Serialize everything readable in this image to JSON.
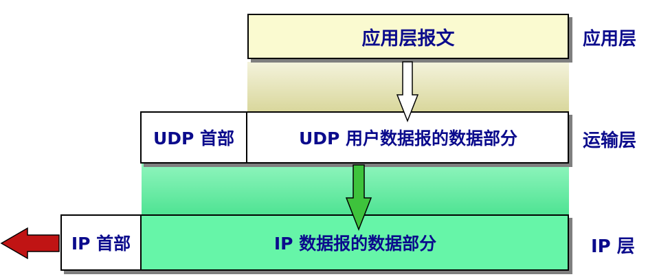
{
  "diagram": {
    "app_message": "应用层报文",
    "udp_header": "UDP 首部",
    "udp_data": "UDP 用户数据报的数据部分",
    "ip_header": "IP 首部",
    "ip_data": "IP 数据报的数据部分"
  },
  "layers": {
    "application": "应用层",
    "transport": "运输层",
    "ip": "IP 层"
  },
  "colors": {
    "app_box": "#fafad0",
    "udp_box": "#ffffff",
    "ip_box": "#66f5a8",
    "text": "#0b0b8c",
    "band_app": "#e4e2b4",
    "band_udp": "#66eea0",
    "arrow_white": "#ffffff",
    "arrow_green": "#3ec33c",
    "arrow_red": "#c01414"
  }
}
